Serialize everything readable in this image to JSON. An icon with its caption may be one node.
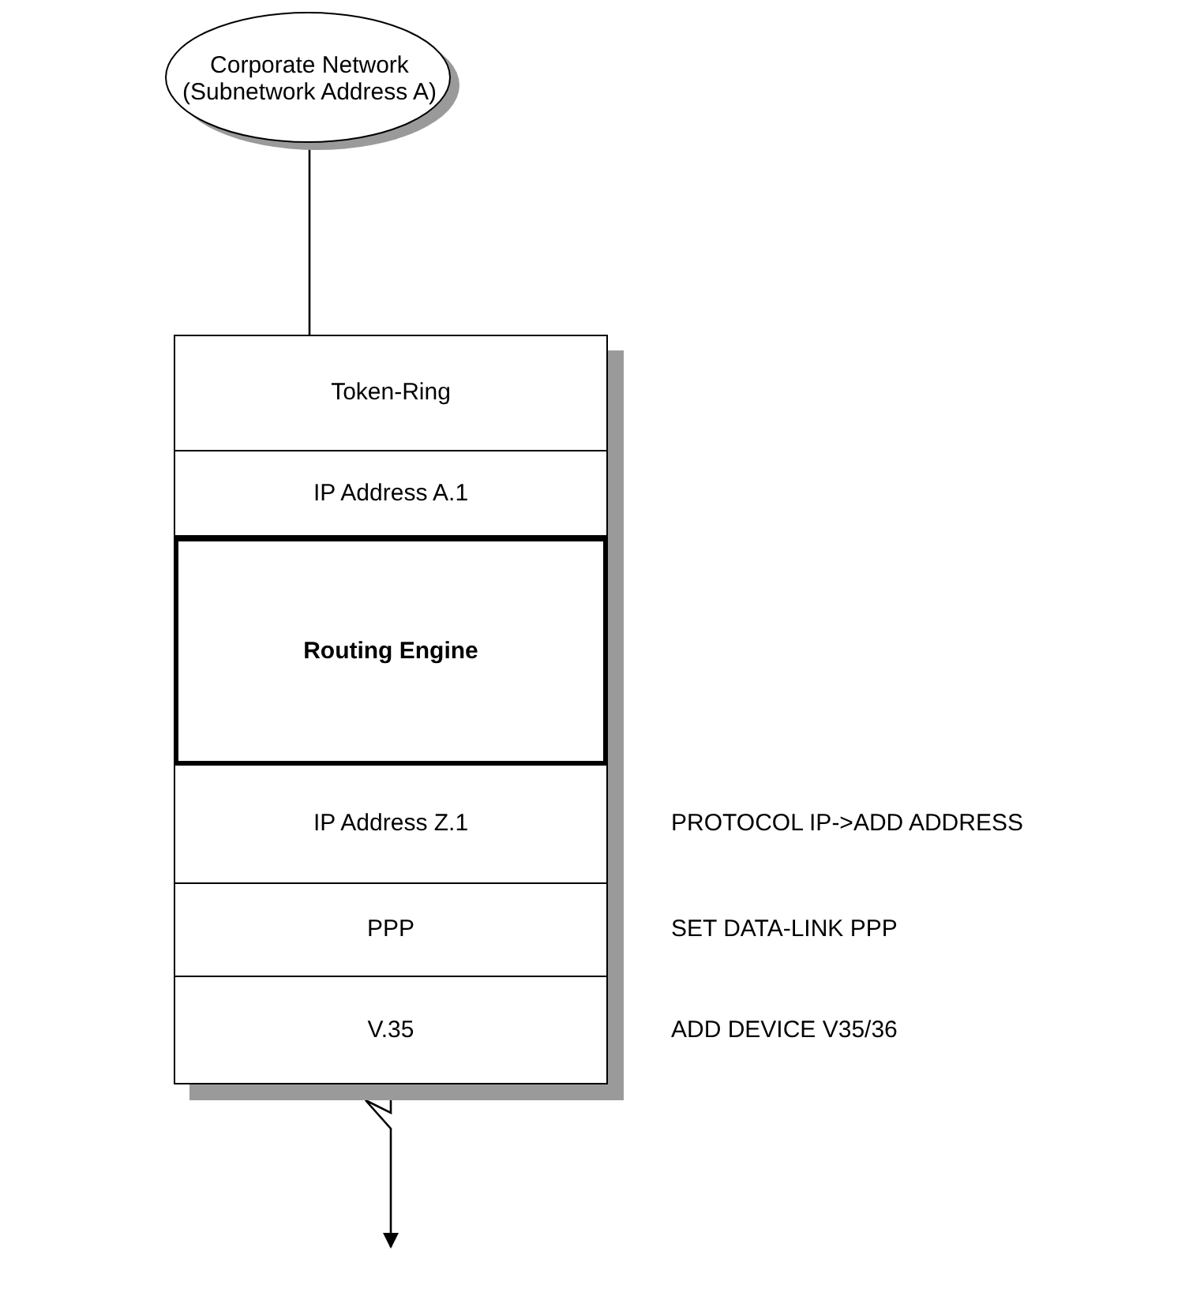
{
  "diagram": {
    "nodes": [
      {
        "text": [
          "Corporate Network (Subnetwork Address A)"
        ]
      },
      {
        "text": [],
        "shape": "box"
      },
      {
        "text": [
          "Token-Ring"
        ],
        "in": 1
      },
      {
        "text": [
          "IP Address A.1"
        ],
        "in": 1
      },
      {
        "text": [
          "Routing Engine"
        ],
        "in": 1
      },
      {
        "text": [
          "IP Address Z.1"
        ],
        "in": 1,
        "beside": [
          "PROTOCOL IP->ADD ADDRESS"
        ]
      },
      {
        "text": [
          "PPP"
        ],
        "in": 1,
        "beside": [
          "SET DATA-LINK PPP"
        ]
      },
      {
        "text": [
          "V.35"
        ],
        "in": 1,
        "beside": [
          "ADD DEVICE V35/36"
        ]
      }
    ],
    "edges": [
      {
        "from": 0,
        "to": 1,
        "arrow": "none"
      },
      {
        "from": 1,
        "to": null,
        "arrow": "to"
      }
    ]
  }
}
